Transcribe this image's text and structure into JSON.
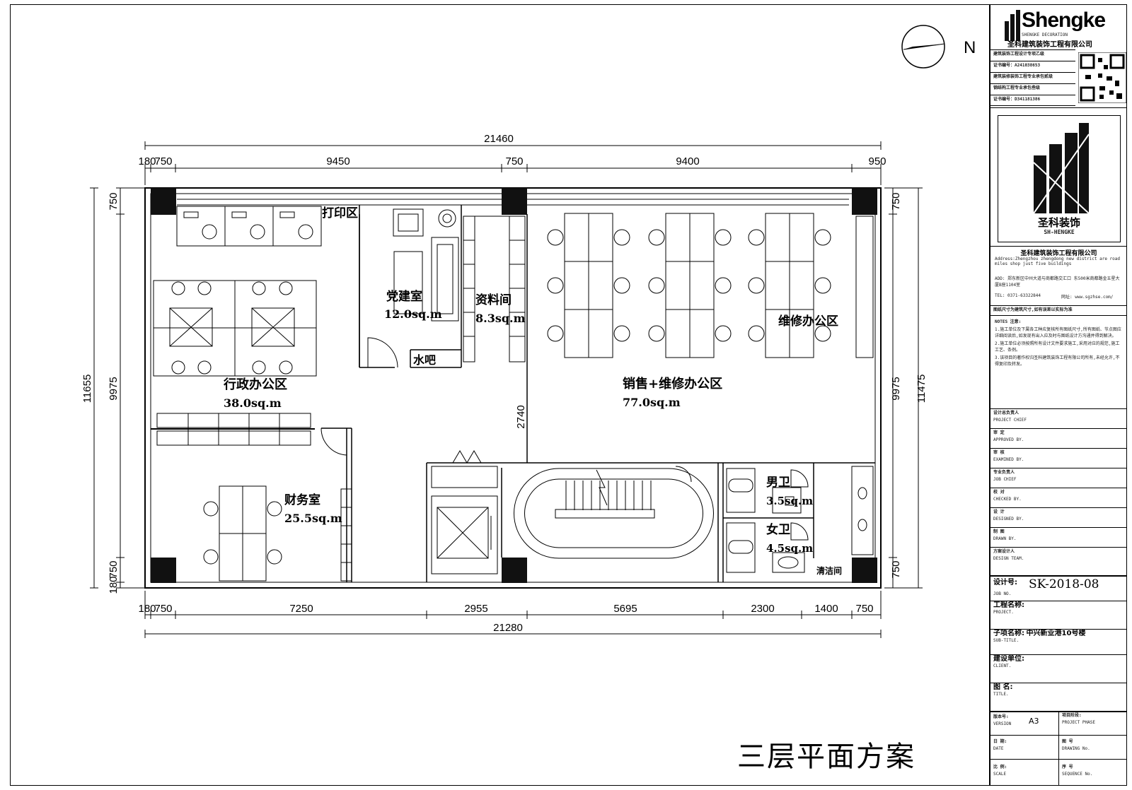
{
  "compass": {
    "north_label": "N"
  },
  "dimensions": {
    "top_total": "21460",
    "top_segments": [
      "180",
      "750",
      "9450",
      "750",
      "9400",
      "950"
    ],
    "bottom_total": "21280",
    "bottom_segments": [
      "180",
      "750",
      "7250",
      "2955",
      "5695",
      "2300",
      "1400",
      "750"
    ],
    "left_outer": "11655",
    "left_inner": "9975",
    "left_top": "750",
    "left_bottom": "750",
    "left_bottom_small": "180",
    "right_outer": "11475",
    "right_inner": "9975",
    "right_top": "750",
    "right_bottom": "750",
    "mid_vertical": "2740"
  },
  "rooms": {
    "print_area": "打印区",
    "party_room": {
      "name": "党建室",
      "area": "12.0sq.m"
    },
    "archive": {
      "name": "资料间",
      "area": "8.3sq.m"
    },
    "water_bar": "水吧",
    "admin_office": {
      "name": "行政办公区",
      "area": "38.0sq.m"
    },
    "sales_office": {
      "name": "销售+维修办公区",
      "area": "77.0sq.m"
    },
    "repair_office": "维修办公区",
    "finance": {
      "name": "财务室",
      "area": "25.5sq.m"
    },
    "mens_wc": {
      "name": "男卫",
      "area": "3.5sq.m"
    },
    "womens_wc": {
      "name": "女卫",
      "area": "4.5sq.m"
    },
    "cleaning": "清洁间"
  },
  "caption": "三层平面方案",
  "title_block": {
    "logo_text": "Shengke",
    "logo_sub": "SHENGKE DECORATION",
    "company_top": "圣科建筑装饰工程有限公司",
    "qual_rows": [
      "建筑装饰工程设计专项乙级",
      "证书编号：A241038653",
      "建筑装修装饰工程专业承包贰级",
      "钢结构工程专业承包叁级",
      "证书编号：D341181386"
    ],
    "brand_cn": "圣科装饰",
    "brand_en": "SH-HENGKE",
    "company_name": "圣科建筑装饰工程有限公司",
    "address_en": "Address:Zhengzhou zhengdong new district are road miles shop just five buildings",
    "address_cn": "ADD: 郑东新区中州大道与商都路交汇口 东500米商都路金五星大厦B座1104室",
    "tel": "TEL: 0371-63322844",
    "web": "网址: www.sgzhse.com/",
    "note_scale": "图纸尺寸为建筑尺寸,如有误差以实际为准",
    "notes_title": "NOTES 注意:",
    "notes": [
      "1.施工单位及下属各工种应复核所有图纸尺寸,所有图纸、节点图应详细阅读后,如发现有出入应及时与图纸设计方沟通并得到解决。",
      "2.施工单位必须按照所有设计文件要求施工,采用对应的规范,施工工艺、条例。",
      "3.该项目的著作权归圣科建筑装饰工程有限公司所有,未经允许,不得复印及转发。"
    ],
    "roles": [
      {
        "cn": "设计总负责人",
        "en": "PROJECT CHIEF"
      },
      {
        "cn": "审 定",
        "en": "APPROVED BY."
      },
      {
        "cn": "审 核",
        "en": "EXAMINED BY."
      },
      {
        "cn": "专业负责人",
        "en": "JOB CHIEF"
      },
      {
        "cn": "校 对",
        "en": "CHECKED BY."
      },
      {
        "cn": "设 计",
        "en": "DESIGNED BY."
      },
      {
        "cn": "制 图",
        "en": "DRAWN BY."
      },
      {
        "cn": "方案设计人",
        "en": "DESIGN TEAM."
      }
    ],
    "job_no_label": "设计号:",
    "job_no_en": "JOB NO.",
    "job_no": "SK-2018-08",
    "project_label": "工程名称:",
    "project_en": "PROJECT.",
    "subtitle_label": "子项名称:",
    "subtitle_value": "中兴新业港10号楼",
    "subtitle_en": "SUB-TITLE.",
    "client_label": "建设单位:",
    "client_en": "CLIENT.",
    "title_label": "图 名:",
    "title_en": "TITLE.",
    "version_label": "版本号:",
    "version_en": "VERSION",
    "version_value": "A3",
    "phase_label": "项目阶段:",
    "phase_en": "PROJECT PHASE",
    "date_label": "日 期:",
    "date_en": "DATE",
    "drawing_no_label": "图 号",
    "drawing_no_en": "DRAWING No.",
    "scale_label": "比 例:",
    "scale_en": "SCALE",
    "seq_label": "序 号",
    "seq_en": "SEQUENCE No."
  }
}
